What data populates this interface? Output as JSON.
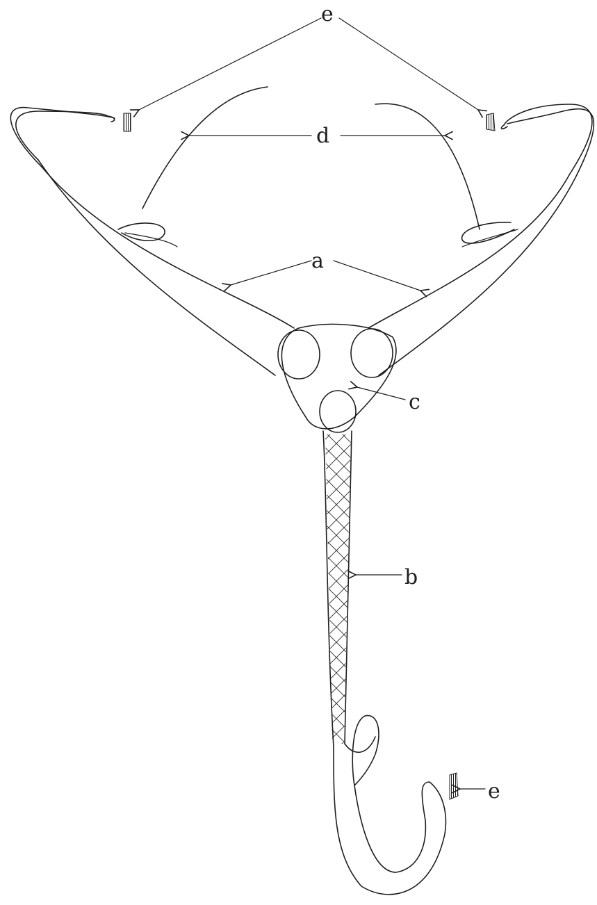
{
  "labels": {
    "a": "a",
    "b": "b",
    "c": "c",
    "d": "d",
    "e_top": "e",
    "e_bottom": "e"
  },
  "colors": {
    "ink": "#1e1e1e",
    "paper": "#ffffff"
  }
}
